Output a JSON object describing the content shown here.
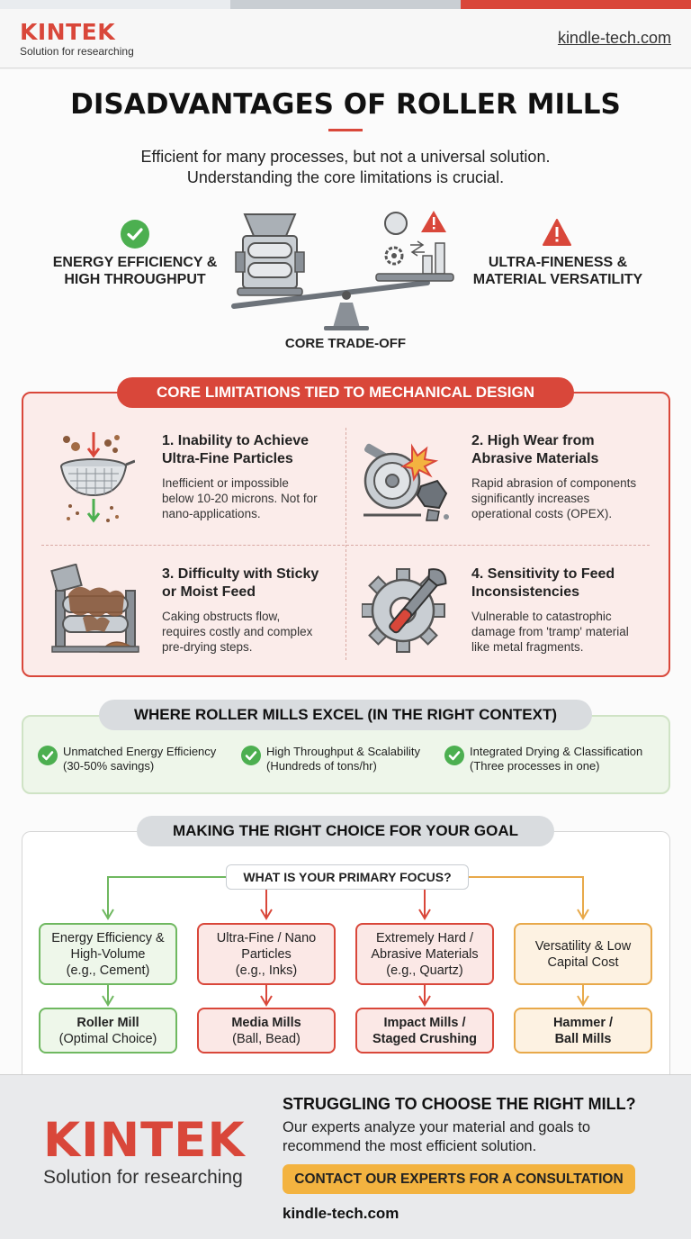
{
  "header": {
    "brand": "KINTEK",
    "tagline": "Solution for researching",
    "site": "kindle-tech.com"
  },
  "hero": {
    "title": "DISADVANTAGES OF ROLLER MILLS",
    "subtitle_line1": "Efficient for many processes, but not a universal solution.",
    "subtitle_line2": "Understanding the core limitations is crucial.",
    "pro_line1": "ENERGY EFFICIENCY &",
    "pro_line2": "HIGH THROUGHPUT",
    "con_line1": "ULTRA-FINENESS &",
    "con_line2": "MATERIAL VERSATILITY",
    "tradeoff": "CORE TRADE-OFF"
  },
  "limitations": {
    "heading": "CORE LIMITATIONS TIED TO MECHANICAL DESIGN",
    "items": [
      {
        "title1": "1. Inability to Achieve",
        "title2": "Ultra-Fine Particles",
        "d1": "Inefficient or impossible",
        "d2": "below 10-20 microns. Not for",
        "d3": "nano-applications.",
        "icon": "sieve-icon"
      },
      {
        "title1": "2. High Wear from",
        "title2": "Abrasive Materials",
        "d1": "Rapid abrasion of components",
        "d2": "significantly increases",
        "d3": "operational costs (OPEX).",
        "icon": "roller-wear-icon"
      },
      {
        "title1": "3. Difficulty with Sticky",
        "title2": "or Moist Feed",
        "d1": "Caking obstructs flow,",
        "d2": "requires costly and complex",
        "d3": "pre-drying steps.",
        "icon": "caked-roller-icon"
      },
      {
        "title1": "4. Sensitivity to Feed",
        "title2": "Inconsistencies",
        "d1": "Vulnerable to catastrophic",
        "d2": "damage from 'tramp' material",
        "d3": "like metal fragments.",
        "icon": "gear-wrench-icon"
      }
    ]
  },
  "excel": {
    "heading": "WHERE ROLLER MILLS EXCEL (IN THE RIGHT CONTEXT)",
    "items": [
      {
        "l1": "Unmatched Energy Efficiency",
        "l2": "(30-50% savings)"
      },
      {
        "l1": "High Throughput & Scalability",
        "l2": "(Hundreds of tons/hr)"
      },
      {
        "l1": "Integrated Drying & Classification",
        "l2": "(Three processes in one)"
      }
    ]
  },
  "choice": {
    "heading": "MAKING THE RIGHT CHOICE FOR YOUR GOAL",
    "question": "WHAT IS YOUR PRIMARY FOCUS?",
    "options": [
      {
        "l1": "Energy Efficiency &",
        "l2": "High-Volume",
        "l3": "(e.g., Cement)",
        "r1": "Roller Mill",
        "r2": "(Optimal Choice)",
        "color": "#6fb860"
      },
      {
        "l1": "Ultra-Fine / Nano",
        "l2": "Particles",
        "l3": "(e.g., Inks)",
        "r1": "Media Mills",
        "r2": "(Ball, Bead)",
        "color": "#d9473a"
      },
      {
        "l1": "Extremely Hard /",
        "l2": "Abrasive Materials",
        "l3": "(e.g., Quartz)",
        "r1": "Impact Mills /",
        "r2": "Staged Crushing",
        "color": "#d9473a"
      },
      {
        "l1": "Versatility & Low",
        "l2": "Capital Cost",
        "l3": "",
        "r1": "Hammer /",
        "r2": "Ball Mills",
        "color": "#e8a94a"
      }
    ]
  },
  "footer": {
    "brand": "KINTEK",
    "tagline": "Solution for researching",
    "cta_title": "STRUGGLING TO CHOOSE THE RIGHT MILL?",
    "cta_text1": "Our experts analyze your material and goals to",
    "cta_text2": "recommend the most efficient solution.",
    "cta_button": "CONTACT OUR EXPERTS FOR A CONSULTATION",
    "site": "kindle-tech.com"
  },
  "colors": {
    "accent_red": "#d9473a",
    "accent_green": "#4caf50",
    "accent_orange": "#f3b340"
  }
}
